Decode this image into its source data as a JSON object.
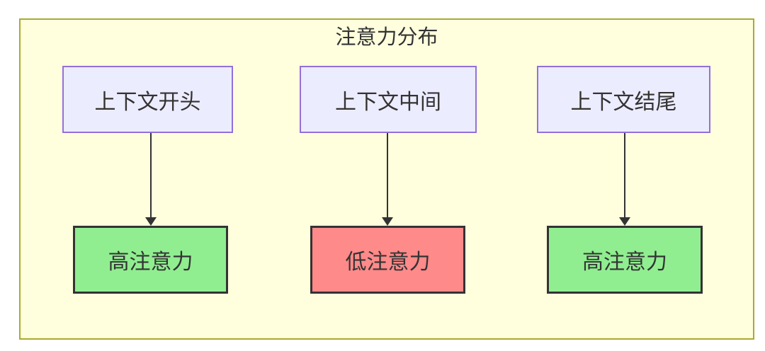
{
  "diagram": {
    "type": "flowchart",
    "title": "注意力分布",
    "columns": [
      {
        "source_label": "上下文开头",
        "target_label": "高注意力",
        "target_type": "high"
      },
      {
        "source_label": "上下文中间",
        "target_label": "低注意力",
        "target_type": "low"
      },
      {
        "source_label": "上下文结尾",
        "target_label": "高注意力",
        "target_type": "high"
      }
    ],
    "edges": [
      {
        "from": "上下文开头",
        "to": "高注意力",
        "style": "arrow-down"
      },
      {
        "from": "上下文中间",
        "to": "低注意力",
        "style": "arrow-down"
      },
      {
        "from": "上下文结尾",
        "to": "高注意力",
        "style": "arrow-down"
      }
    ],
    "colors": {
      "canvas_bg": "#ffffff",
      "container_bg": "#ffffde",
      "container_border": "#aaaa33",
      "source_bg": "#ececff",
      "source_border": "#9370db",
      "high_bg": "#90ee90",
      "low_bg": "#ff8a8a",
      "target_border": "#333333",
      "arrow_color": "#333333",
      "text_color": "#333333"
    }
  }
}
